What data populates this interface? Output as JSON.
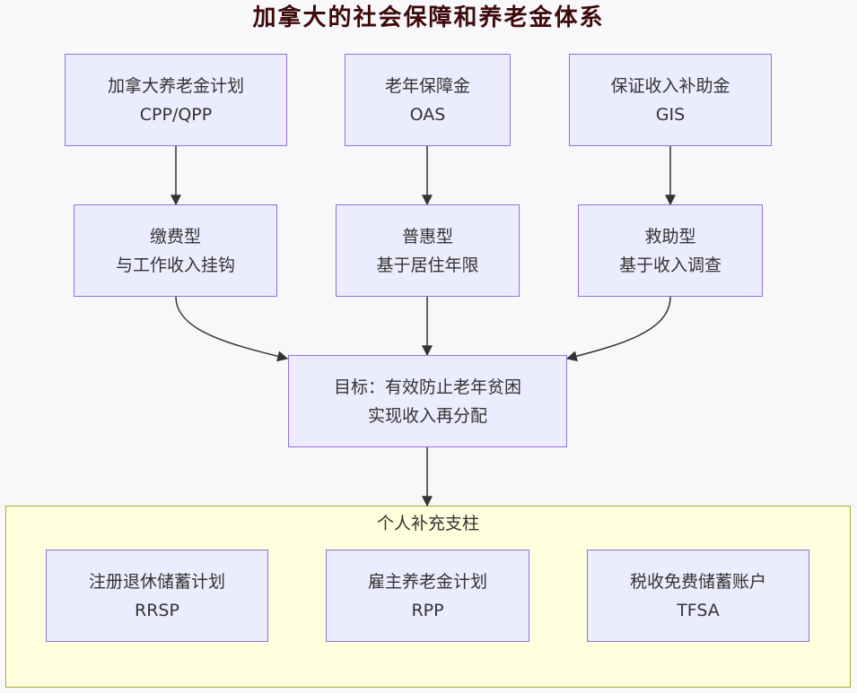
{
  "title": "加拿大的社会保障和养老金体系",
  "pillars": {
    "cpp": {
      "line1": "加拿大养老金计划",
      "line2": "CPP/QPP"
    },
    "oas": {
      "line1": "老年保障金",
      "line2": "OAS"
    },
    "gis": {
      "line1": "保证收入补助金",
      "line2": "GIS"
    }
  },
  "types": {
    "contributory": {
      "line1": "缴费型",
      "line2": "与工作收入挂钩"
    },
    "universal": {
      "line1": "普惠型",
      "line2": "基于居住年限"
    },
    "assistance": {
      "line1": "救助型",
      "line2": "基于收入调查"
    }
  },
  "goal": {
    "line1": "目标：有效防止老年贫困",
    "line2": "实现收入再分配"
  },
  "supplement": {
    "label": "个人补充支柱",
    "rrsp": {
      "line1": "注册退休储蓄计划",
      "line2": "RRSP"
    },
    "rpp": {
      "line1": "雇主养老金计划",
      "line2": "RPP"
    },
    "tfsa": {
      "line1": "税收免费储蓄账户",
      "line2": "TFSA"
    }
  },
  "colors": {
    "node_fill": "#ececff",
    "node_border": "#9370db",
    "cluster_fill": "#ffffde",
    "cluster_border": "#aaaa33",
    "title": "#3d0a0a",
    "edge": "#333333"
  }
}
